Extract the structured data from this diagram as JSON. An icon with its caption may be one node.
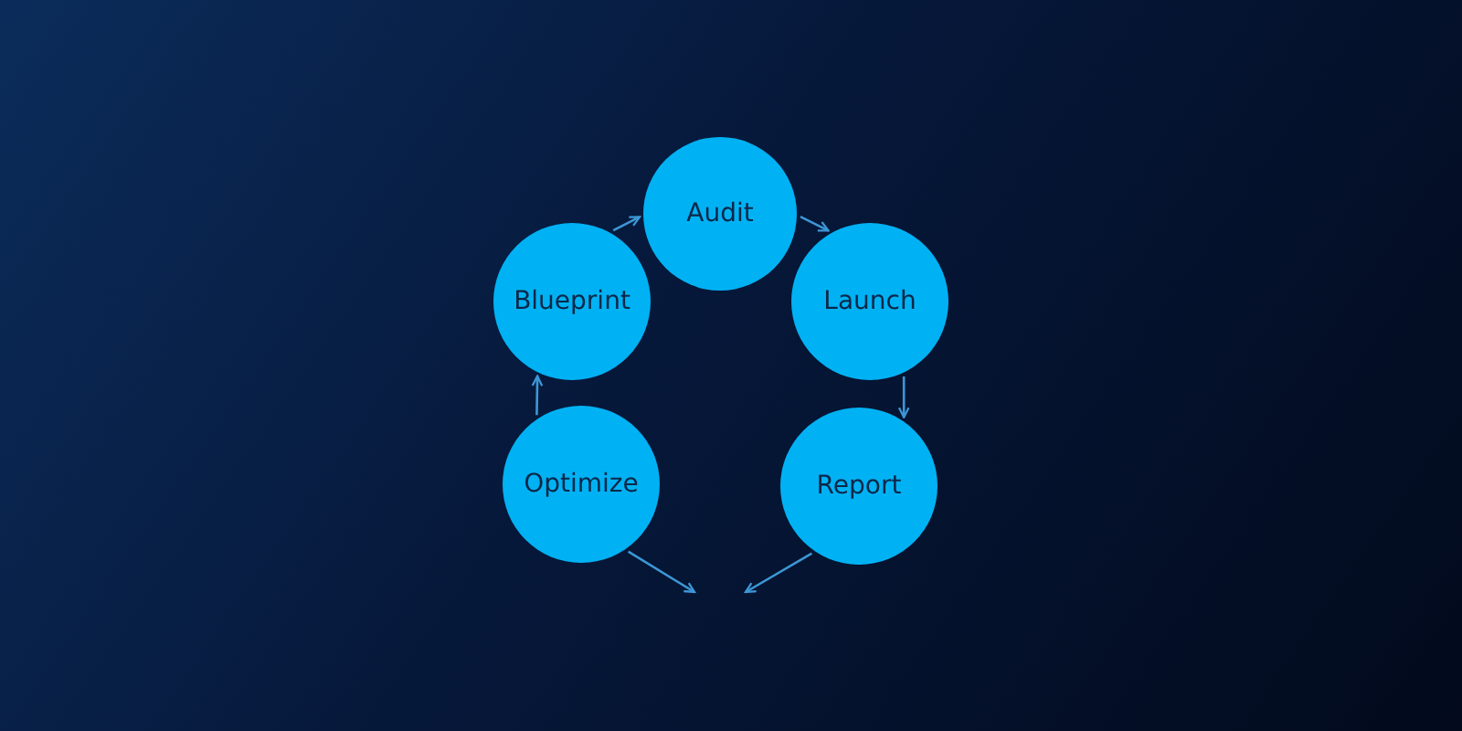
{
  "diagram": {
    "nodes": [
      {
        "text": [
          "Audit"
        ]
      },
      {
        "text": [
          "Blueprint"
        ]
      },
      {
        "text": [
          "Launch"
        ]
      },
      {
        "text": [
          "Optimize"
        ]
      },
      {
        "text": [
          "Report"
        ]
      }
    ],
    "edges": [
      {
        "from": 1,
        "to": 0,
        "arrow": "to"
      },
      {
        "from": 0,
        "to": 2,
        "arrow": "to"
      },
      {
        "from": 2,
        "to": 4,
        "arrow": "to"
      },
      {
        "from": 4,
        "to": null,
        "arrow": "to"
      },
      {
        "from": 3,
        "to": null,
        "arrow": "to"
      },
      {
        "from": 3,
        "to": 1,
        "arrow": "to"
      }
    ]
  }
}
